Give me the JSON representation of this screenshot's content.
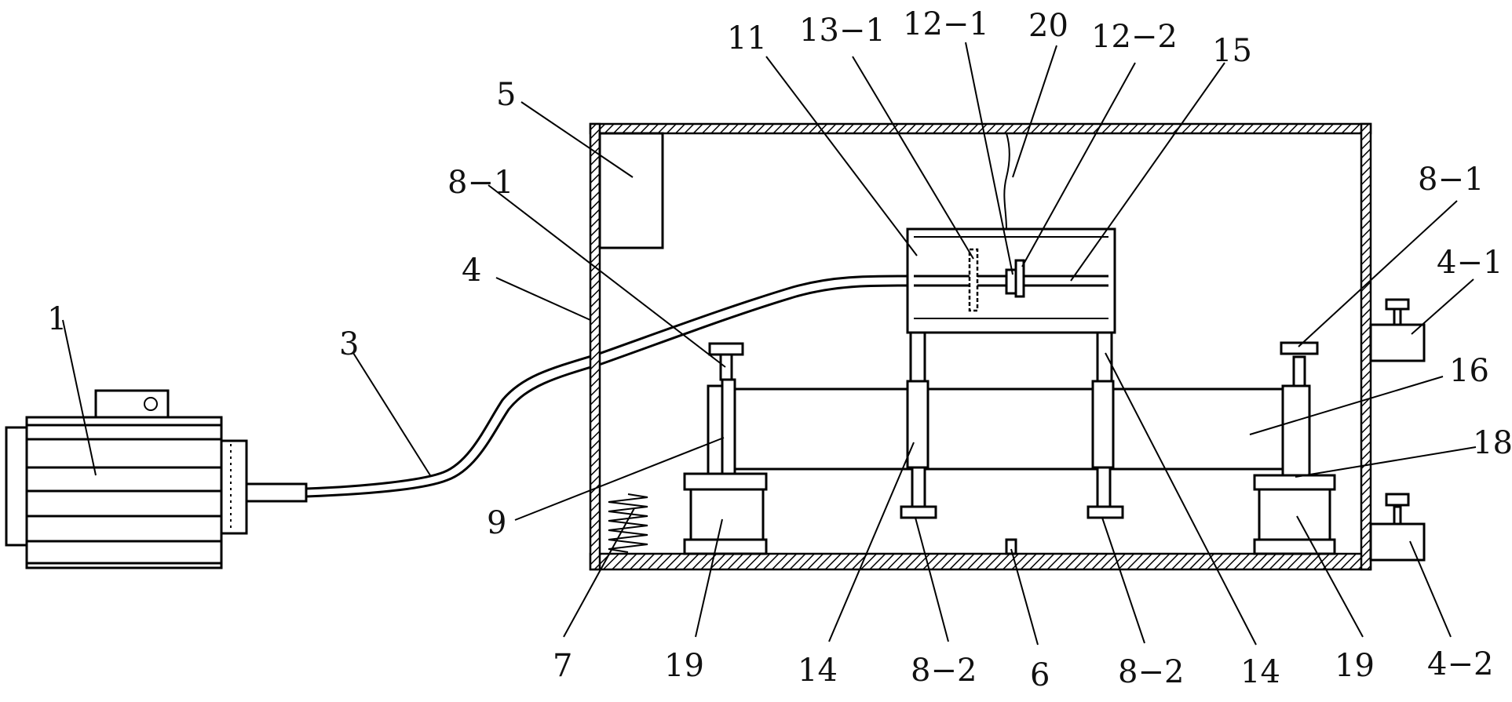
{
  "labels": {
    "l1": "1",
    "l3": "3",
    "l4": "4",
    "l5": "5",
    "l8_1_left": "8−1",
    "l11": "11",
    "l13_1": "13−1",
    "l12_1": "12−1",
    "l20": "20",
    "l12_2": "12−2",
    "l15": "15",
    "l8_1_right": "8−1",
    "l4_1": "4−1",
    "l16": "16",
    "l18": "18",
    "l9": "9",
    "l7": "7",
    "l19_left": "19",
    "l14_left": "14",
    "l8_2_left": "8−2",
    "l6": "6",
    "l8_2_right": "8−2",
    "l14_right": "14",
    "l19_right": "19",
    "l4_2": "4−2"
  }
}
